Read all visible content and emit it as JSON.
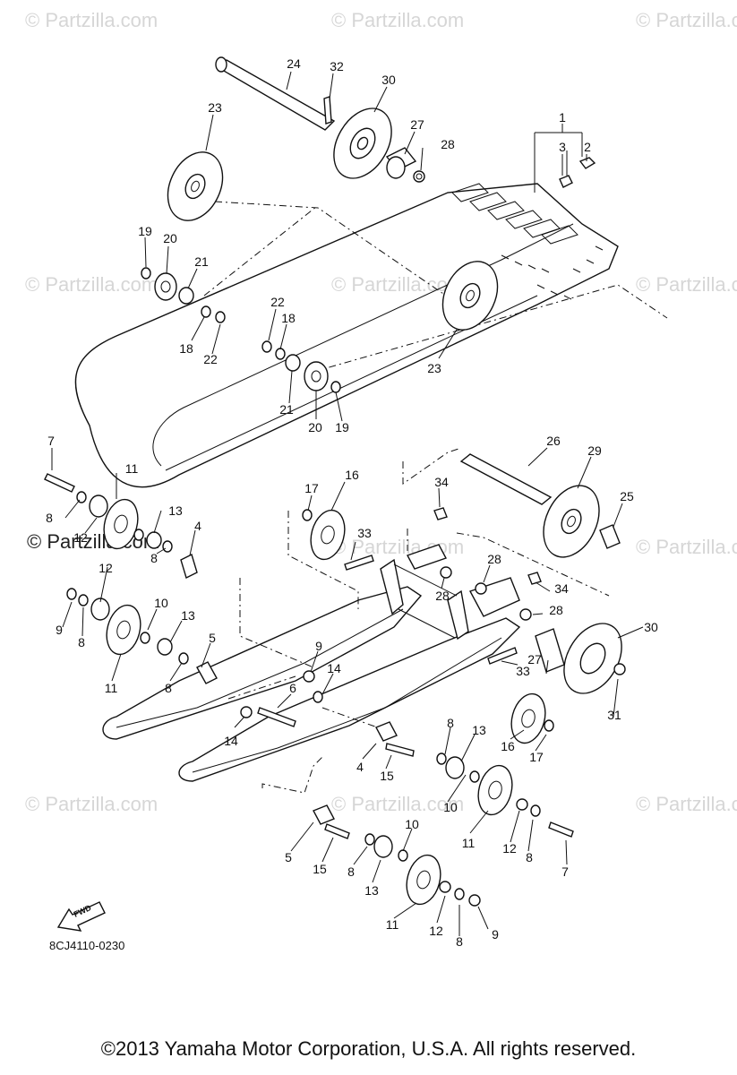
{
  "watermark": {
    "text": "© Partzilla.com",
    "prominent_text": "© Partzilla.com"
  },
  "diagram_code": "8CJ4110-0230",
  "fwd_label": "FWD",
  "copyright": "©2013  Yamaha Motor Corporation, U.S.A. All rights reserved.",
  "callouts": {
    "c1": "1",
    "c2": "2",
    "c3": "3",
    "c4a": "4",
    "c4b": "4",
    "c5a": "5",
    "c5b": "5",
    "c6": "6",
    "c7a": "7",
    "c7b": "7",
    "c8a": "8",
    "c8b": "8",
    "c8c": "8",
    "c8d": "8",
    "c8e": "8",
    "c8f": "8",
    "c8g": "8",
    "c8h": "8",
    "c9a": "9",
    "c9b": "9",
    "c9c": "9",
    "c10a": "10",
    "c10b": "10",
    "c10c": "10",
    "c11a": "11",
    "c11b": "11",
    "c11c": "11",
    "c11d": "11",
    "c12a": "12",
    "c12b": "12",
    "c12c": "12",
    "c12d": "12",
    "c13a": "13",
    "c13b": "13",
    "c13c": "13",
    "c13d": "13",
    "c14a": "14",
    "c14b": "14",
    "c15a": "15",
    "c15b": "15",
    "c16a": "16",
    "c16b": "16",
    "c17a": "17",
    "c17b": "17",
    "c18a": "18",
    "c18b": "18",
    "c19a": "19",
    "c19b": "19",
    "c20a": "20",
    "c20b": "20",
    "c21a": "21",
    "c21b": "21",
    "c22a": "22",
    "c22b": "22",
    "c23a": "23",
    "c23b": "23",
    "c24": "24",
    "c25": "25",
    "c26": "26",
    "c27a": "27",
    "c27b": "27",
    "c28a": "28",
    "c28b": "28",
    "c28c": "28",
    "c28d": "28",
    "c29": "29",
    "c30a": "30",
    "c30b": "30",
    "c31": "31",
    "c32": "32",
    "c33a": "33",
    "c33b": "33",
    "c34a": "34",
    "c34b": "34"
  }
}
